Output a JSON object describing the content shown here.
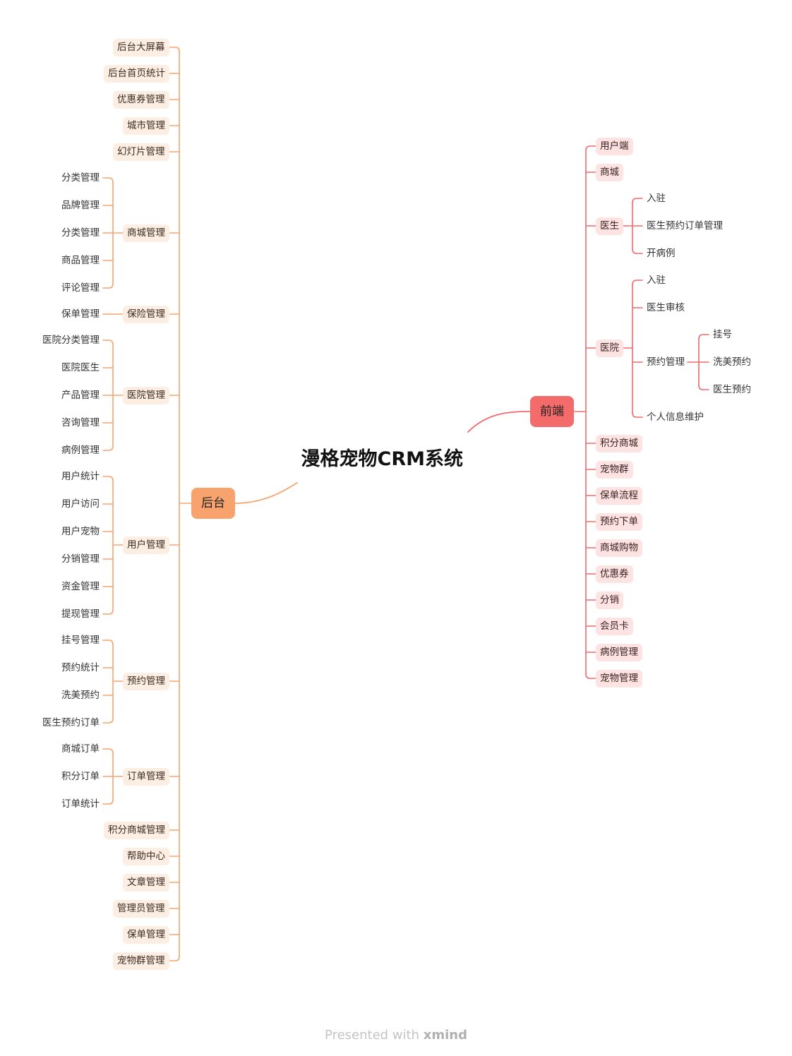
{
  "root": "漫格宠物CRM系统",
  "colors": {
    "backend": "#f8a36e",
    "frontend": "#f46b6b"
  },
  "backend": {
    "label": "后台",
    "children": [
      {
        "label": "后台大屏幕"
      },
      {
        "label": "后台首页统计"
      },
      {
        "label": "优惠券管理"
      },
      {
        "label": "城市管理"
      },
      {
        "label": "幻灯片管理"
      },
      {
        "label": "商城管理",
        "children": [
          "分类管理",
          "品牌管理",
          "分类管理",
          "商品管理",
          "评论管理"
        ]
      },
      {
        "label": "保险管理",
        "children": [
          "保单管理"
        ]
      },
      {
        "label": "医院管理",
        "children": [
          "医院分类管理",
          "医院医生",
          "产品管理",
          "咨询管理",
          "病例管理"
        ]
      },
      {
        "label": "用户管理",
        "children": [
          "用户统计",
          "用户访问",
          "用户宠物",
          "分销管理",
          "资金管理",
          "提现管理"
        ]
      },
      {
        "label": "预约管理",
        "children": [
          "挂号管理",
          "预约统计",
          "洗美预约",
          "医生预约订单"
        ]
      },
      {
        "label": "订单管理",
        "children": [
          "商城订单",
          "积分订单",
          "订单统计"
        ]
      },
      {
        "label": "积分商城管理"
      },
      {
        "label": "帮助中心"
      },
      {
        "label": "文章管理"
      },
      {
        "label": "管理员管理"
      },
      {
        "label": "保单管理"
      },
      {
        "label": "宠物群管理"
      }
    ]
  },
  "frontend": {
    "label": "前端",
    "children": [
      {
        "label": "用户端"
      },
      {
        "label": "商城"
      },
      {
        "label": "医生",
        "children": [
          {
            "label": "入驻"
          },
          {
            "label": "医生预约订单管理"
          },
          {
            "label": "开病例"
          }
        ]
      },
      {
        "label": "医院",
        "children": [
          {
            "label": "入驻"
          },
          {
            "label": "医生审核"
          },
          {
            "label": "预约管理",
            "children": [
              "挂号",
              "洗美预约",
              "医生预约"
            ]
          },
          {
            "label": "个人信息维护"
          }
        ]
      },
      {
        "label": "积分商城"
      },
      {
        "label": "宠物群"
      },
      {
        "label": "保单流程"
      },
      {
        "label": "预约下单"
      },
      {
        "label": "商城购物"
      },
      {
        "label": "优惠券"
      },
      {
        "label": "分销"
      },
      {
        "label": "会员卡"
      },
      {
        "label": "病例管理"
      },
      {
        "label": "宠物管理"
      }
    ]
  },
  "footer": {
    "presented": "Presented with",
    "brand": "xmind"
  }
}
